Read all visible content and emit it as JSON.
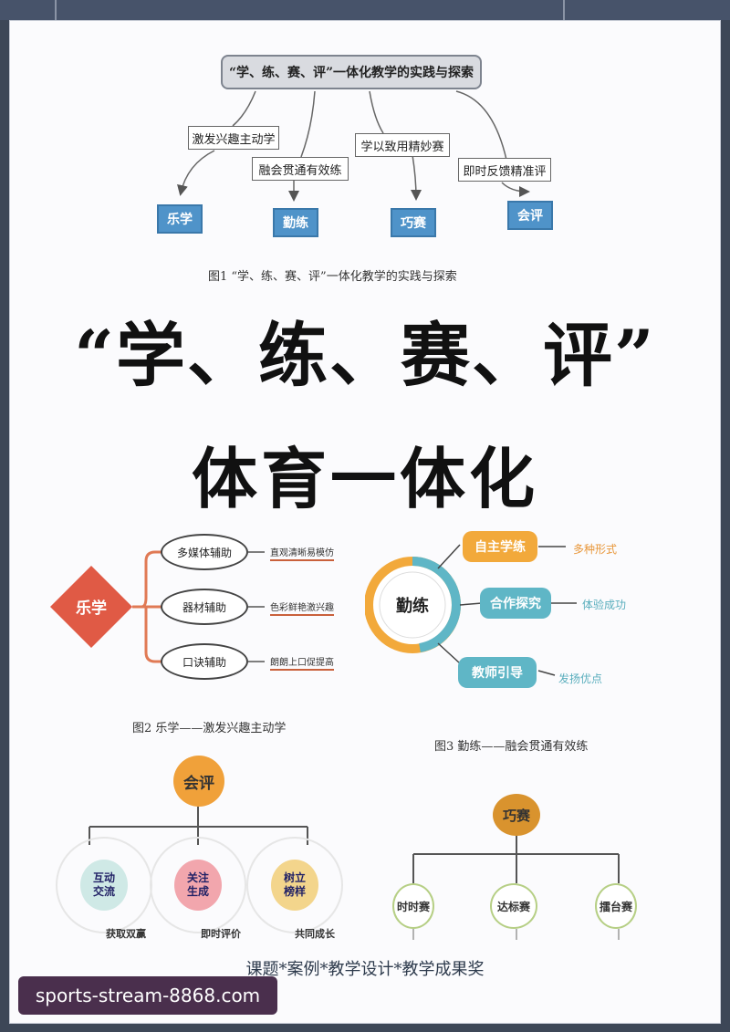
{
  "fig1": {
    "title": "“学、练、赛、评”一体化教学的实践与探索",
    "branch_labels": [
      "激发兴趣主动学",
      "融会贯通有效练",
      "学以致用精妙赛",
      "即时反馈精准评"
    ],
    "nodes": [
      "乐学",
      "勤练",
      "巧赛",
      "会评"
    ],
    "caption": "图1  “学、练、赛、评”一体化教学的实践与探索"
  },
  "headline": {
    "line1": "“学、练、赛、评”",
    "line2": "体育一体化"
  },
  "fig2": {
    "center": "乐学",
    "items": [
      {
        "label": "多媒体辅助",
        "note": "直观清晰易模仿"
      },
      {
        "label": "器材辅助",
        "note": "色彩鲜艳激兴趣"
      },
      {
        "label": "口诀辅助",
        "note": "朗朗上口促提高"
      }
    ],
    "caption": "图2  乐学——激发兴趣主动学"
  },
  "fig3": {
    "center": "勤练",
    "items": [
      {
        "label": "自主学练",
        "note": "多种形式"
      },
      {
        "label": "合作探究",
        "note": "体验成功"
      },
      {
        "label": "教师引导",
        "note": "发扬优点"
      }
    ],
    "caption": "图3  勤练——融会贯通有效练"
  },
  "fig4": {
    "root": "会评",
    "children": [
      {
        "label": "互动交流",
        "note": "获取双赢"
      },
      {
        "label": "关注生成",
        "note": "即时评价"
      },
      {
        "label": "树立榜样",
        "note": "共同成长"
      }
    ]
  },
  "fig5": {
    "root": "巧赛",
    "children": [
      "时时赛",
      "达标赛",
      "擂台赛"
    ]
  },
  "footer": "课题*案例*教学设计*教学成果奖",
  "watermark": "sports-stream-8868.com",
  "colors": {
    "blue": "#4f93c9",
    "red_diamond": "#e05a45",
    "orange": "#f2a93b",
    "teal": "#5fb6c6",
    "orange_text": "#e8973a",
    "teal_text": "#5aaebd"
  }
}
